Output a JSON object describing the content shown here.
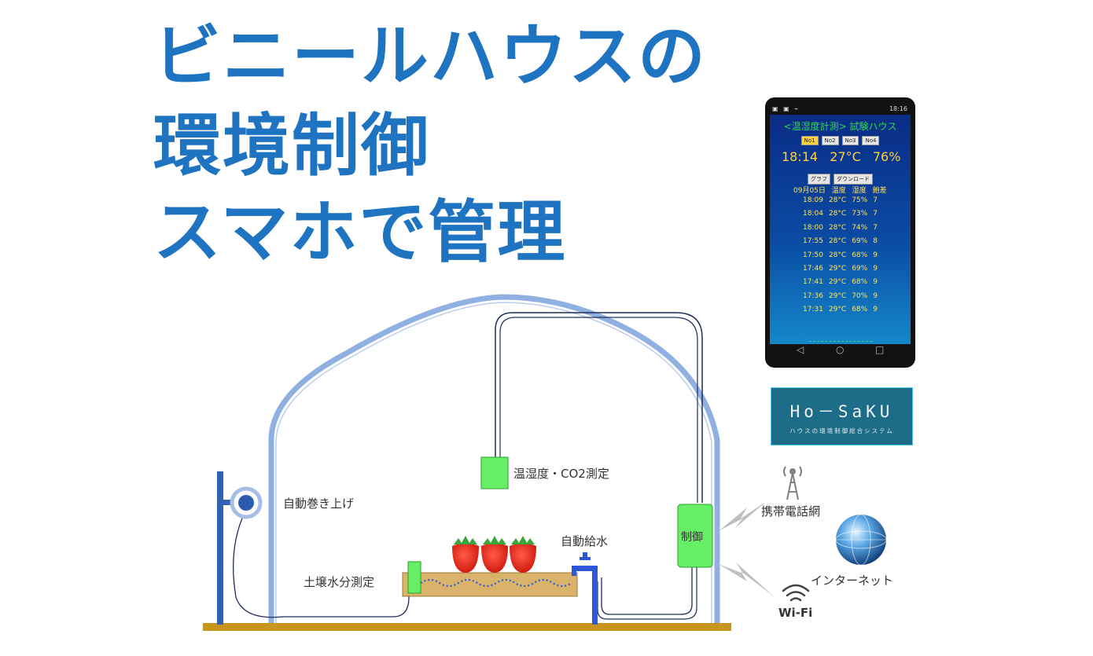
{
  "headline": {
    "line1": "ビニールハウスの",
    "line2": "環境制御",
    "line3": "スマホで管理"
  },
  "phone": {
    "status_left": "▣ ▣ ⌁",
    "status_right": "18:16",
    "screen_title": "<温湿度計測> 試験ハウス",
    "tabs": [
      "No1",
      "No2",
      "No3",
      "No4"
    ],
    "active_tab": "No1",
    "current": {
      "time": "18:14",
      "temp": "27°C",
      "humidity": "76%"
    },
    "buttons": [
      "グラフ",
      "ダウンロード"
    ],
    "table_header": [
      "09月05日",
      "温度",
      "湿度",
      "飽差"
    ],
    "rows": [
      [
        "18:09",
        "28°C",
        "75%",
        "7"
      ],
      [
        "18:04",
        "28°C",
        "73%",
        "7"
      ],
      [
        "18:00",
        "28°C",
        "74%",
        "7"
      ],
      [
        "17:55",
        "28°C",
        "69%",
        "8"
      ],
      [
        "17:50",
        "28°C",
        "68%",
        "9"
      ],
      [
        "17:46",
        "29°C",
        "69%",
        "9"
      ],
      [
        "17:41",
        "29°C",
        "68%",
        "9"
      ],
      [
        "17:36",
        "29°C",
        "70%",
        "9"
      ],
      [
        "17:31",
        "29°C",
        "68%",
        "9"
      ]
    ],
    "nav": [
      "◁",
      "○",
      "□"
    ]
  },
  "logo": {
    "main": "Ho－SaKU",
    "sub": "ハウスの環境制御総合システム"
  },
  "diagram": {
    "sensor_label": "温湿度・CO2測定",
    "roller_label": "自動巻き上げ",
    "water_label": "自動給水",
    "soil_label": "土壌水分測定",
    "control_label": "制御",
    "mobile_label": "携帯電話網",
    "internet_label": "インターネット",
    "wifi_label": "Wi-Fi"
  },
  "colors": {
    "headline": "#1f74c2",
    "house_frame": "#8fb0e0",
    "sensor_box": "#66ee66",
    "ground": "#c8961e"
  }
}
